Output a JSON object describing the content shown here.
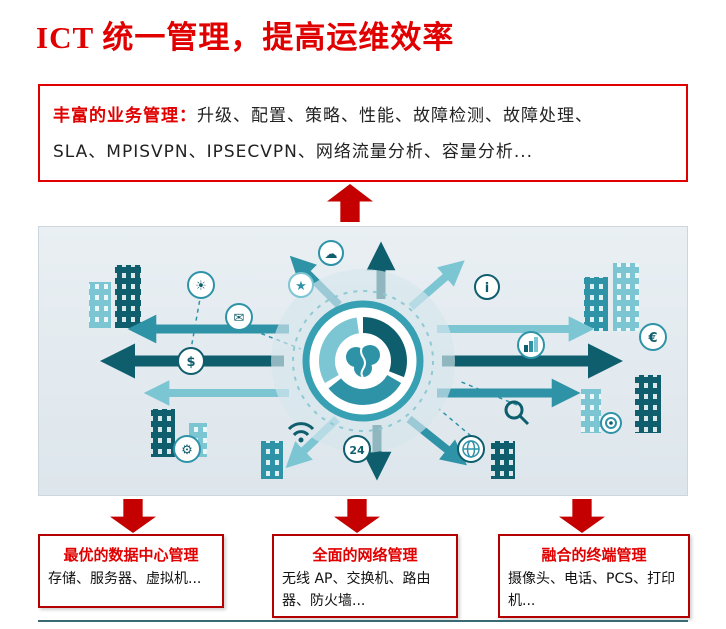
{
  "title": "ICT 统一管理，提高运维效率",
  "top_box": {
    "label": "丰富的业务管理：",
    "lines": [
      "升级、配置、策略、性能、故障检测、故障处理、",
      "SLA、MPISVPN、IPSECVPN、网络流量分析、容量分析..."
    ]
  },
  "bottom_boxes": [
    {
      "title": "最优的数据中心管理",
      "content": "存储、服务器、虚拟机..."
    },
    {
      "title": "全面的网络管理",
      "content": "无线 AP、交换机、路由器、防火墙..."
    },
    {
      "title": "融合的终端管理",
      "content": "摄像头、电话、PCS、打印机..."
    }
  ],
  "illustration": {
    "clock_label": "24",
    "icons": {
      "idea": "☀",
      "mail": "✉",
      "dollar": "$",
      "euro": "€",
      "gear": "⚙",
      "cloud": "☁",
      "info": "i",
      "star": "★"
    }
  },
  "colors": {
    "accent_red": "#e00000",
    "arrow_red": "#c40000",
    "teal_dark": "#0f5e6d",
    "teal_mid": "#2f93a8",
    "teal_light": "#7cc5d3",
    "illustration_bg": "#e3eaef"
  }
}
